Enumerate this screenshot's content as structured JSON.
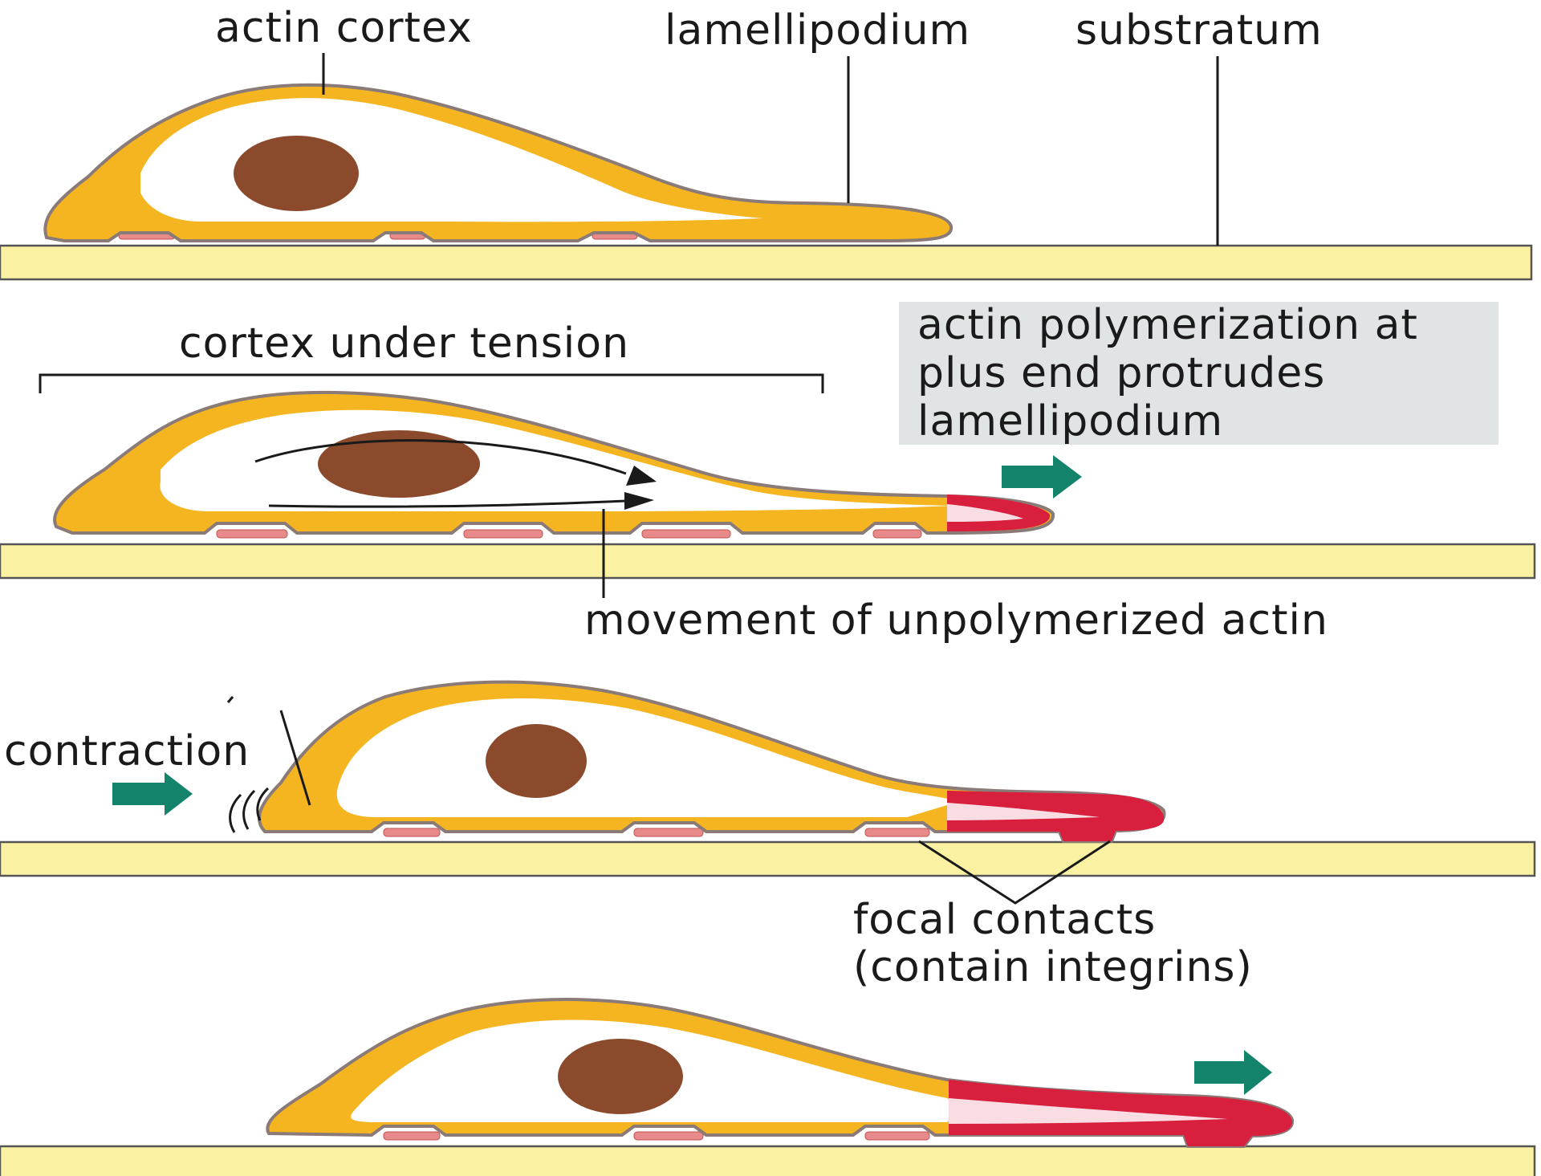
{
  "labels": {
    "actin_cortex": "actin cortex",
    "lamellipodium": "lamellipodium",
    "substratum": "substratum",
    "cortex_under_tension": "cortex under tension",
    "polymerization_line1": "actin polymerization at",
    "polymerization_line2": "plus end protrudes",
    "polymerization_line3": "lamellipodium",
    "movement_unpolymerized": "movement of unpolymerized actin",
    "contraction": "contraction",
    "focal_line1": "focal contacts",
    "focal_line2": "(contain integrins)"
  },
  "colors": {
    "cortex": "#f5b520",
    "cytoplasm": "#ffffff",
    "nucleus": "#8b4a2c",
    "substratum": "#fbf1a2",
    "plus_end": "#d81f3e",
    "arrow": "#13836c",
    "caption_box": "#e1e4e4"
  }
}
